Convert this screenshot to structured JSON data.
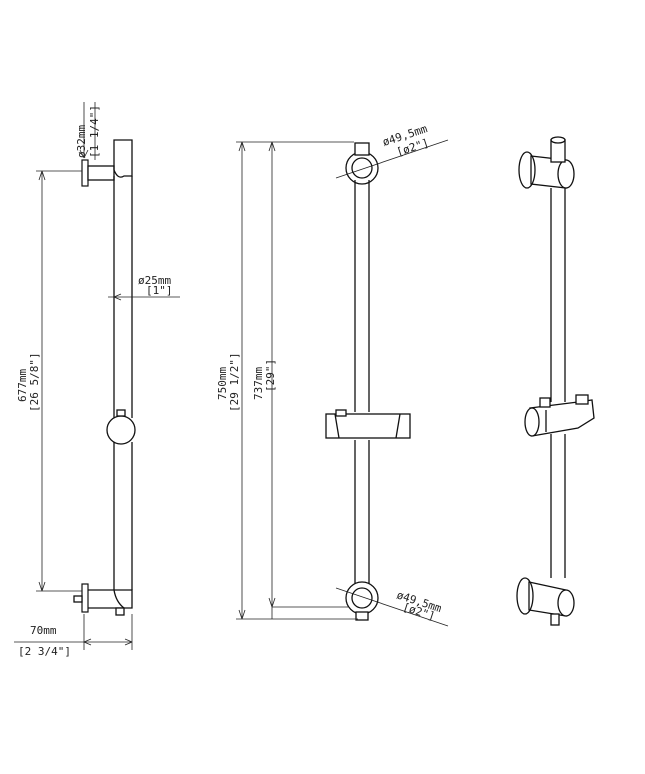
{
  "side_view": {
    "flange_diameter": "ø32mm",
    "flange_diameter_inch": "[1 1/4\"]",
    "rail_diameter": "ø25mm",
    "rail_diameter_inch": "[1\"]",
    "bracket_spacing": "677mm",
    "bracket_spacing_inch": "[26 5/8\"]",
    "projection": "70mm",
    "projection_inch": "[2 3/4\"]"
  },
  "front_view": {
    "top_bracket_diameter": "ø49,5mm",
    "top_bracket_diameter_inch": "[ø2\"]",
    "overall_length": "750mm",
    "overall_length_inch": "[29 1/2\"]",
    "center_length": "737mm",
    "center_length_inch": "[29\"]",
    "bottom_bracket_diameter": "ø49,5mm",
    "bottom_bracket_diameter_inch": "[ø2\"]"
  },
  "colors": {
    "line": "#111111",
    "background": "#ffffff"
  }
}
